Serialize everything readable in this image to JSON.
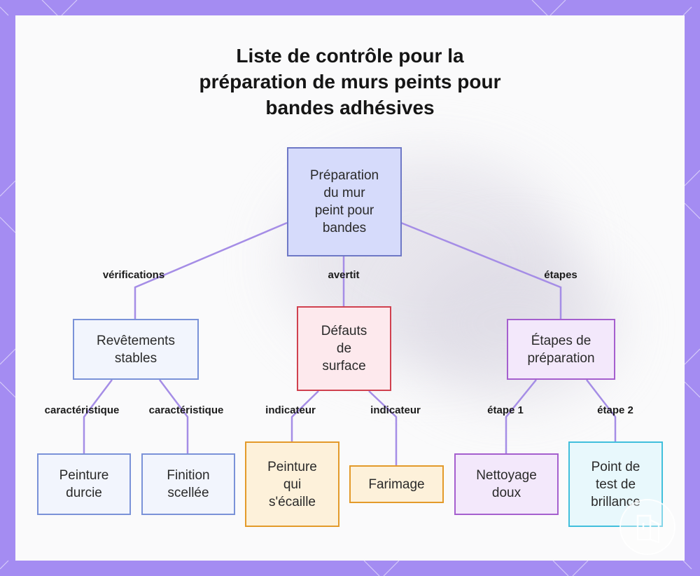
{
  "title_lines": [
    "Liste de contrôle pour la",
    "préparation de murs peints pour",
    "bandes adhésives"
  ],
  "colors": {
    "frame": "#a48cf2",
    "panel": "#fafafb",
    "edge": "#a58de6",
    "root": {
      "fill": "#d6dbfb",
      "border": "#6e78c6"
    },
    "blue": {
      "fill": "#f2f5fd",
      "border": "#7a92d8"
    },
    "red": {
      "fill": "#fde9ed",
      "border": "#d0414f"
    },
    "purple": {
      "fill": "#f3e8fb",
      "border": "#a55fce"
    },
    "orange": {
      "fill": "#fdf1da",
      "border": "#e39a2a"
    },
    "cyan": {
      "fill": "#e8f8fc",
      "border": "#41bfdc"
    }
  },
  "nodes": {
    "root": {
      "lines": [
        "Préparation",
        "du mur",
        "peint pour",
        "bandes"
      ]
    },
    "revetements": {
      "lines": [
        "Revêtements",
        "stables"
      ]
    },
    "defauts": {
      "lines": [
        "Défauts",
        "de",
        "surface"
      ]
    },
    "etapes": {
      "lines": [
        "Étapes de",
        "préparation"
      ]
    },
    "peinture_durcie": {
      "lines": [
        "Peinture",
        "durcie"
      ]
    },
    "finition": {
      "lines": [
        "Finition",
        "scellée"
      ]
    },
    "ecaille": {
      "lines": [
        "Peinture",
        "qui",
        "s'écaille"
      ]
    },
    "farimage": {
      "lines": [
        "Farimage"
      ]
    },
    "nettoyage": {
      "lines": [
        "Nettoyage",
        "doux"
      ]
    },
    "brillance": {
      "lines": [
        "Point de",
        "test de",
        "brillance"
      ]
    }
  },
  "edge_labels": {
    "verifications": "vérifications",
    "avertit": "avertit",
    "etapes": "étapes",
    "caract1": "caractéristique",
    "caract2": "caractéristique",
    "indic1": "indicateur",
    "indic2": "indicateur",
    "etape1": "étape 1",
    "etape2": "étape 2"
  },
  "icons": {
    "watermark": "napkin-logo-icon"
  }
}
